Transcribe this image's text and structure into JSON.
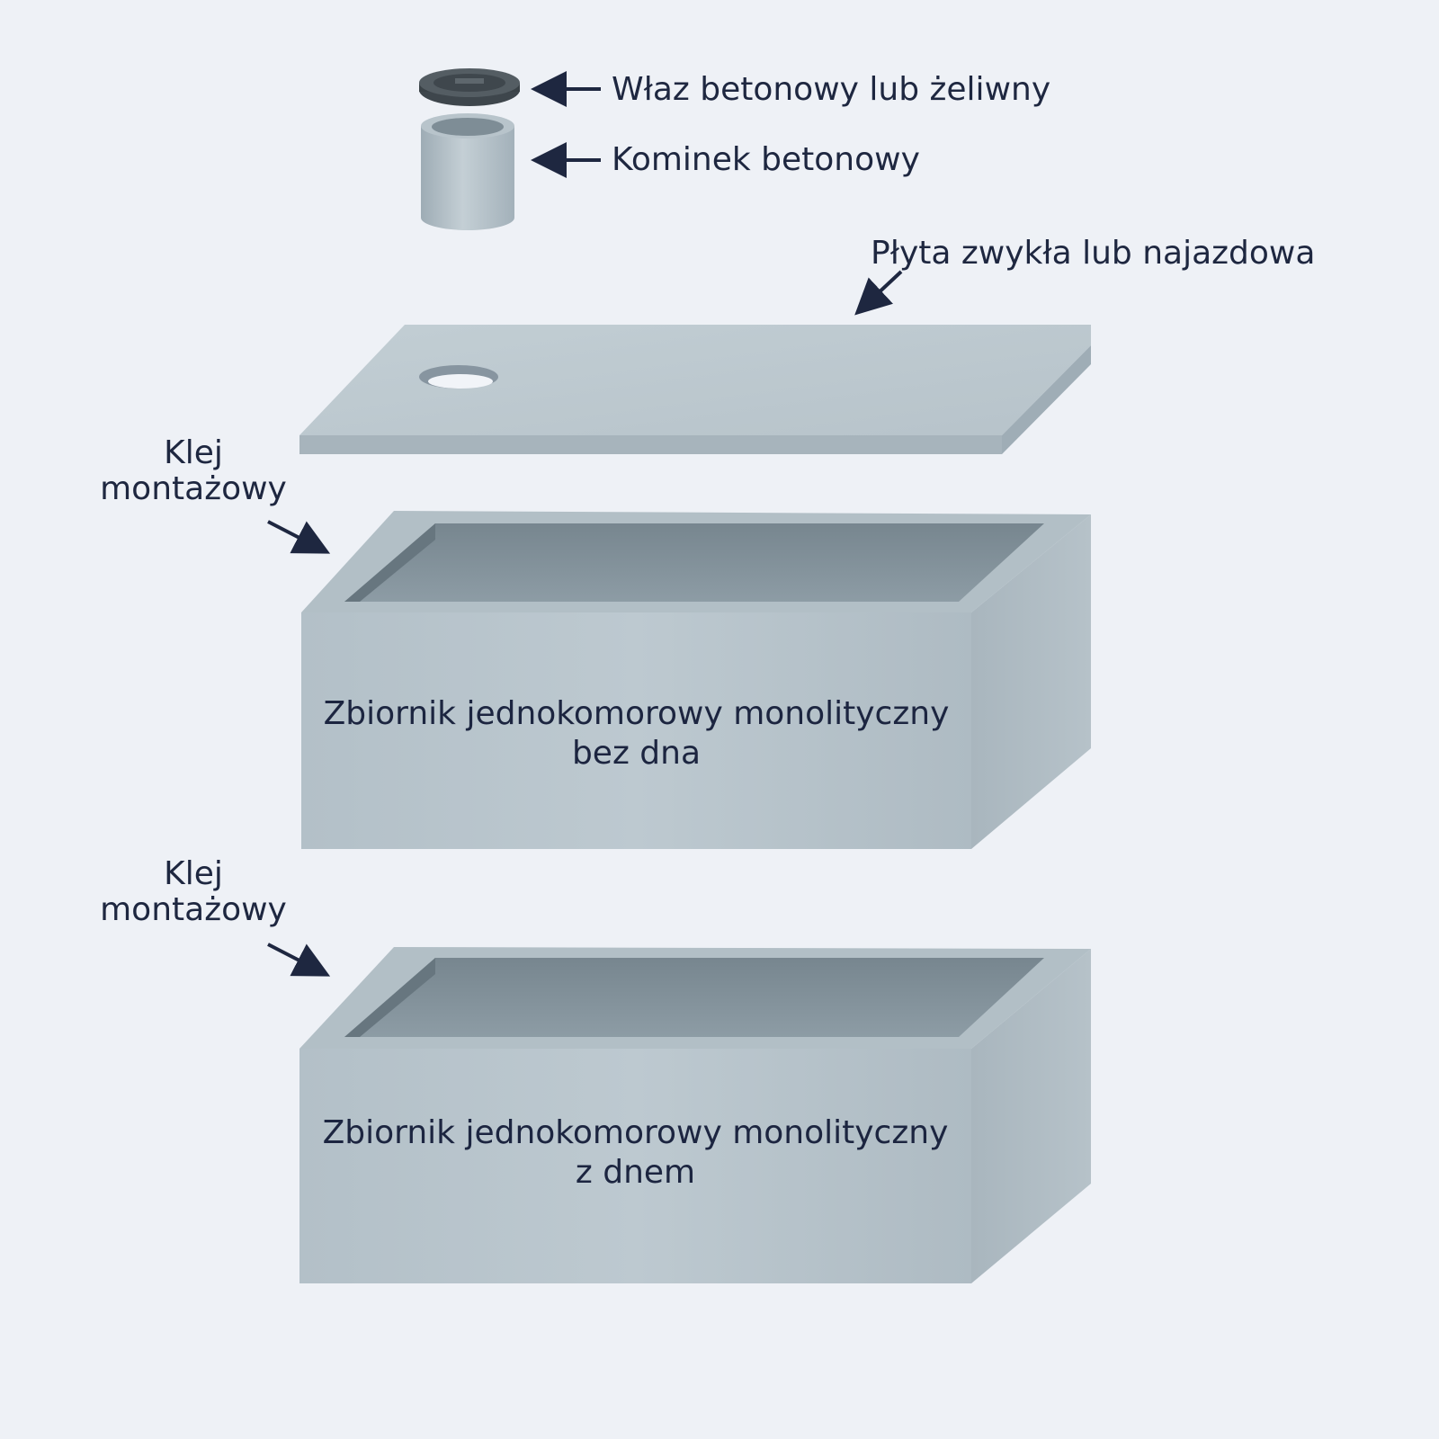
{
  "labels": {
    "manhole_cover": "Właz betonowy lub żeliwny",
    "chimney": "Kominek betonowy",
    "slab": "Płyta zwykła lub najazdowa",
    "adhesive_top_line1": "Klej",
    "adhesive_top_line2": "montażowy",
    "adhesive_bottom_line1": "Klej",
    "adhesive_bottom_line2": "montażowy",
    "upper_tank_line1": "Zbiornik jednokomorowy monolityczny",
    "upper_tank_line2": "bez dna",
    "lower_tank_line1": "Zbiornik jednokomorowy monolityczny",
    "lower_tank_line2": "z dnem"
  },
  "colors": {
    "background": "#eef1f6",
    "concrete_light": "#b9c6ce",
    "concrete_mid": "#a6b4bd",
    "concrete_dark": "#7f8f99",
    "concrete_inner": "#6c7b86",
    "cover": "#4a5258",
    "text": "#1e2740"
  }
}
